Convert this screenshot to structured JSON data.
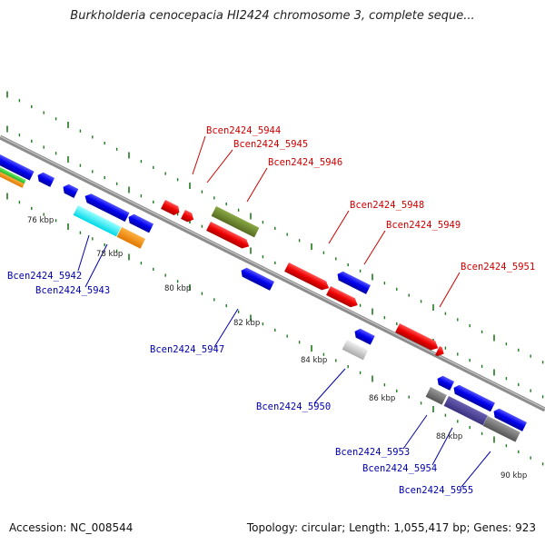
{
  "header": {
    "title": "Burkholderia cenocepacia HI2424 chromosome 3, complete seque..."
  },
  "footer": {
    "accession": "Accession: NC_008544",
    "summary": "Topology: circular; Length: 1,055,417 bp; Genes: 923"
  },
  "colors": {
    "forward_label": "#cc0000",
    "reverse_label": "#0000aa",
    "backbone": "#8c8c8c",
    "tick": "#1f7a1f"
  },
  "ticks": [
    {
      "label": "76 kbp"
    },
    {
      "label": "78 kbp"
    },
    {
      "label": "80 kbp"
    },
    {
      "label": "82 kbp"
    },
    {
      "label": "84 kbp"
    },
    {
      "label": "86 kbp"
    },
    {
      "label": "88 kbp"
    },
    {
      "label": "90 kbp"
    }
  ],
  "gene_labels": {
    "forward": [
      {
        "name": "Bcen2424_5944"
      },
      {
        "name": "Bcen2424_5945"
      },
      {
        "name": "Bcen2424_5946"
      },
      {
        "name": "Bcen2424_5948"
      },
      {
        "name": "Bcen2424_5949"
      },
      {
        "name": "Bcen2424_5951"
      }
    ],
    "reverse": [
      {
        "name": "Bcen2424_5942"
      },
      {
        "name": "Bcen2424_5943"
      },
      {
        "name": "Bcen2424_5947"
      },
      {
        "name": "Bcen2424_5950"
      },
      {
        "name": "Bcen2424_5953"
      },
      {
        "name": "Bcen2424_5954"
      },
      {
        "name": "Bcen2424_5955"
      }
    ]
  }
}
